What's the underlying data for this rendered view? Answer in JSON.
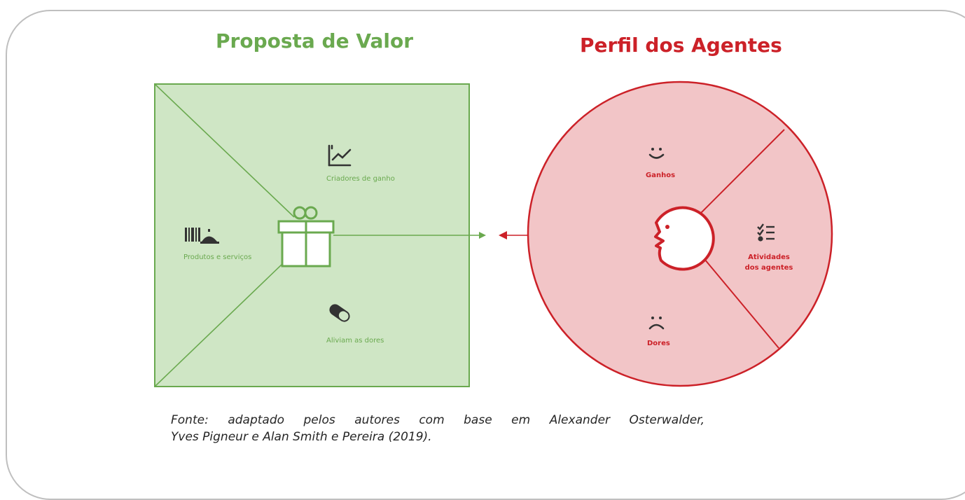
{
  "value_proposition": {
    "title": "Proposta de Valor",
    "gain_creators": "Criadores de ganho",
    "products_services": "Produtos e serviços",
    "pain_relievers": "Aliviam as dores",
    "icons": [
      "chart-icon",
      "barcode-service-icon",
      "gift-icon",
      "pill-icon"
    ]
  },
  "agent_profile": {
    "title": "Perfil dos Agentes",
    "gains": "Ganhos",
    "jobs_line1": "Atividades",
    "jobs_line2": "dos agentes",
    "pains": "Dores",
    "icons": [
      "smile-icon",
      "checklist-icon",
      "frown-icon",
      "face-profile-icon"
    ]
  },
  "caption": {
    "line1": "Fonte: adaptado pelos autores com base em Alexander Osterwalder,",
    "line2": "Yves Pigneur e Alan Smith e Pereira (2019)."
  },
  "colors": {
    "green_fill": "#cfe6c5",
    "green_stroke": "#6aa94f",
    "red_fill": "#f2c5c7",
    "red_stroke": "#cc2128",
    "frame": "#bfbfbf"
  }
}
